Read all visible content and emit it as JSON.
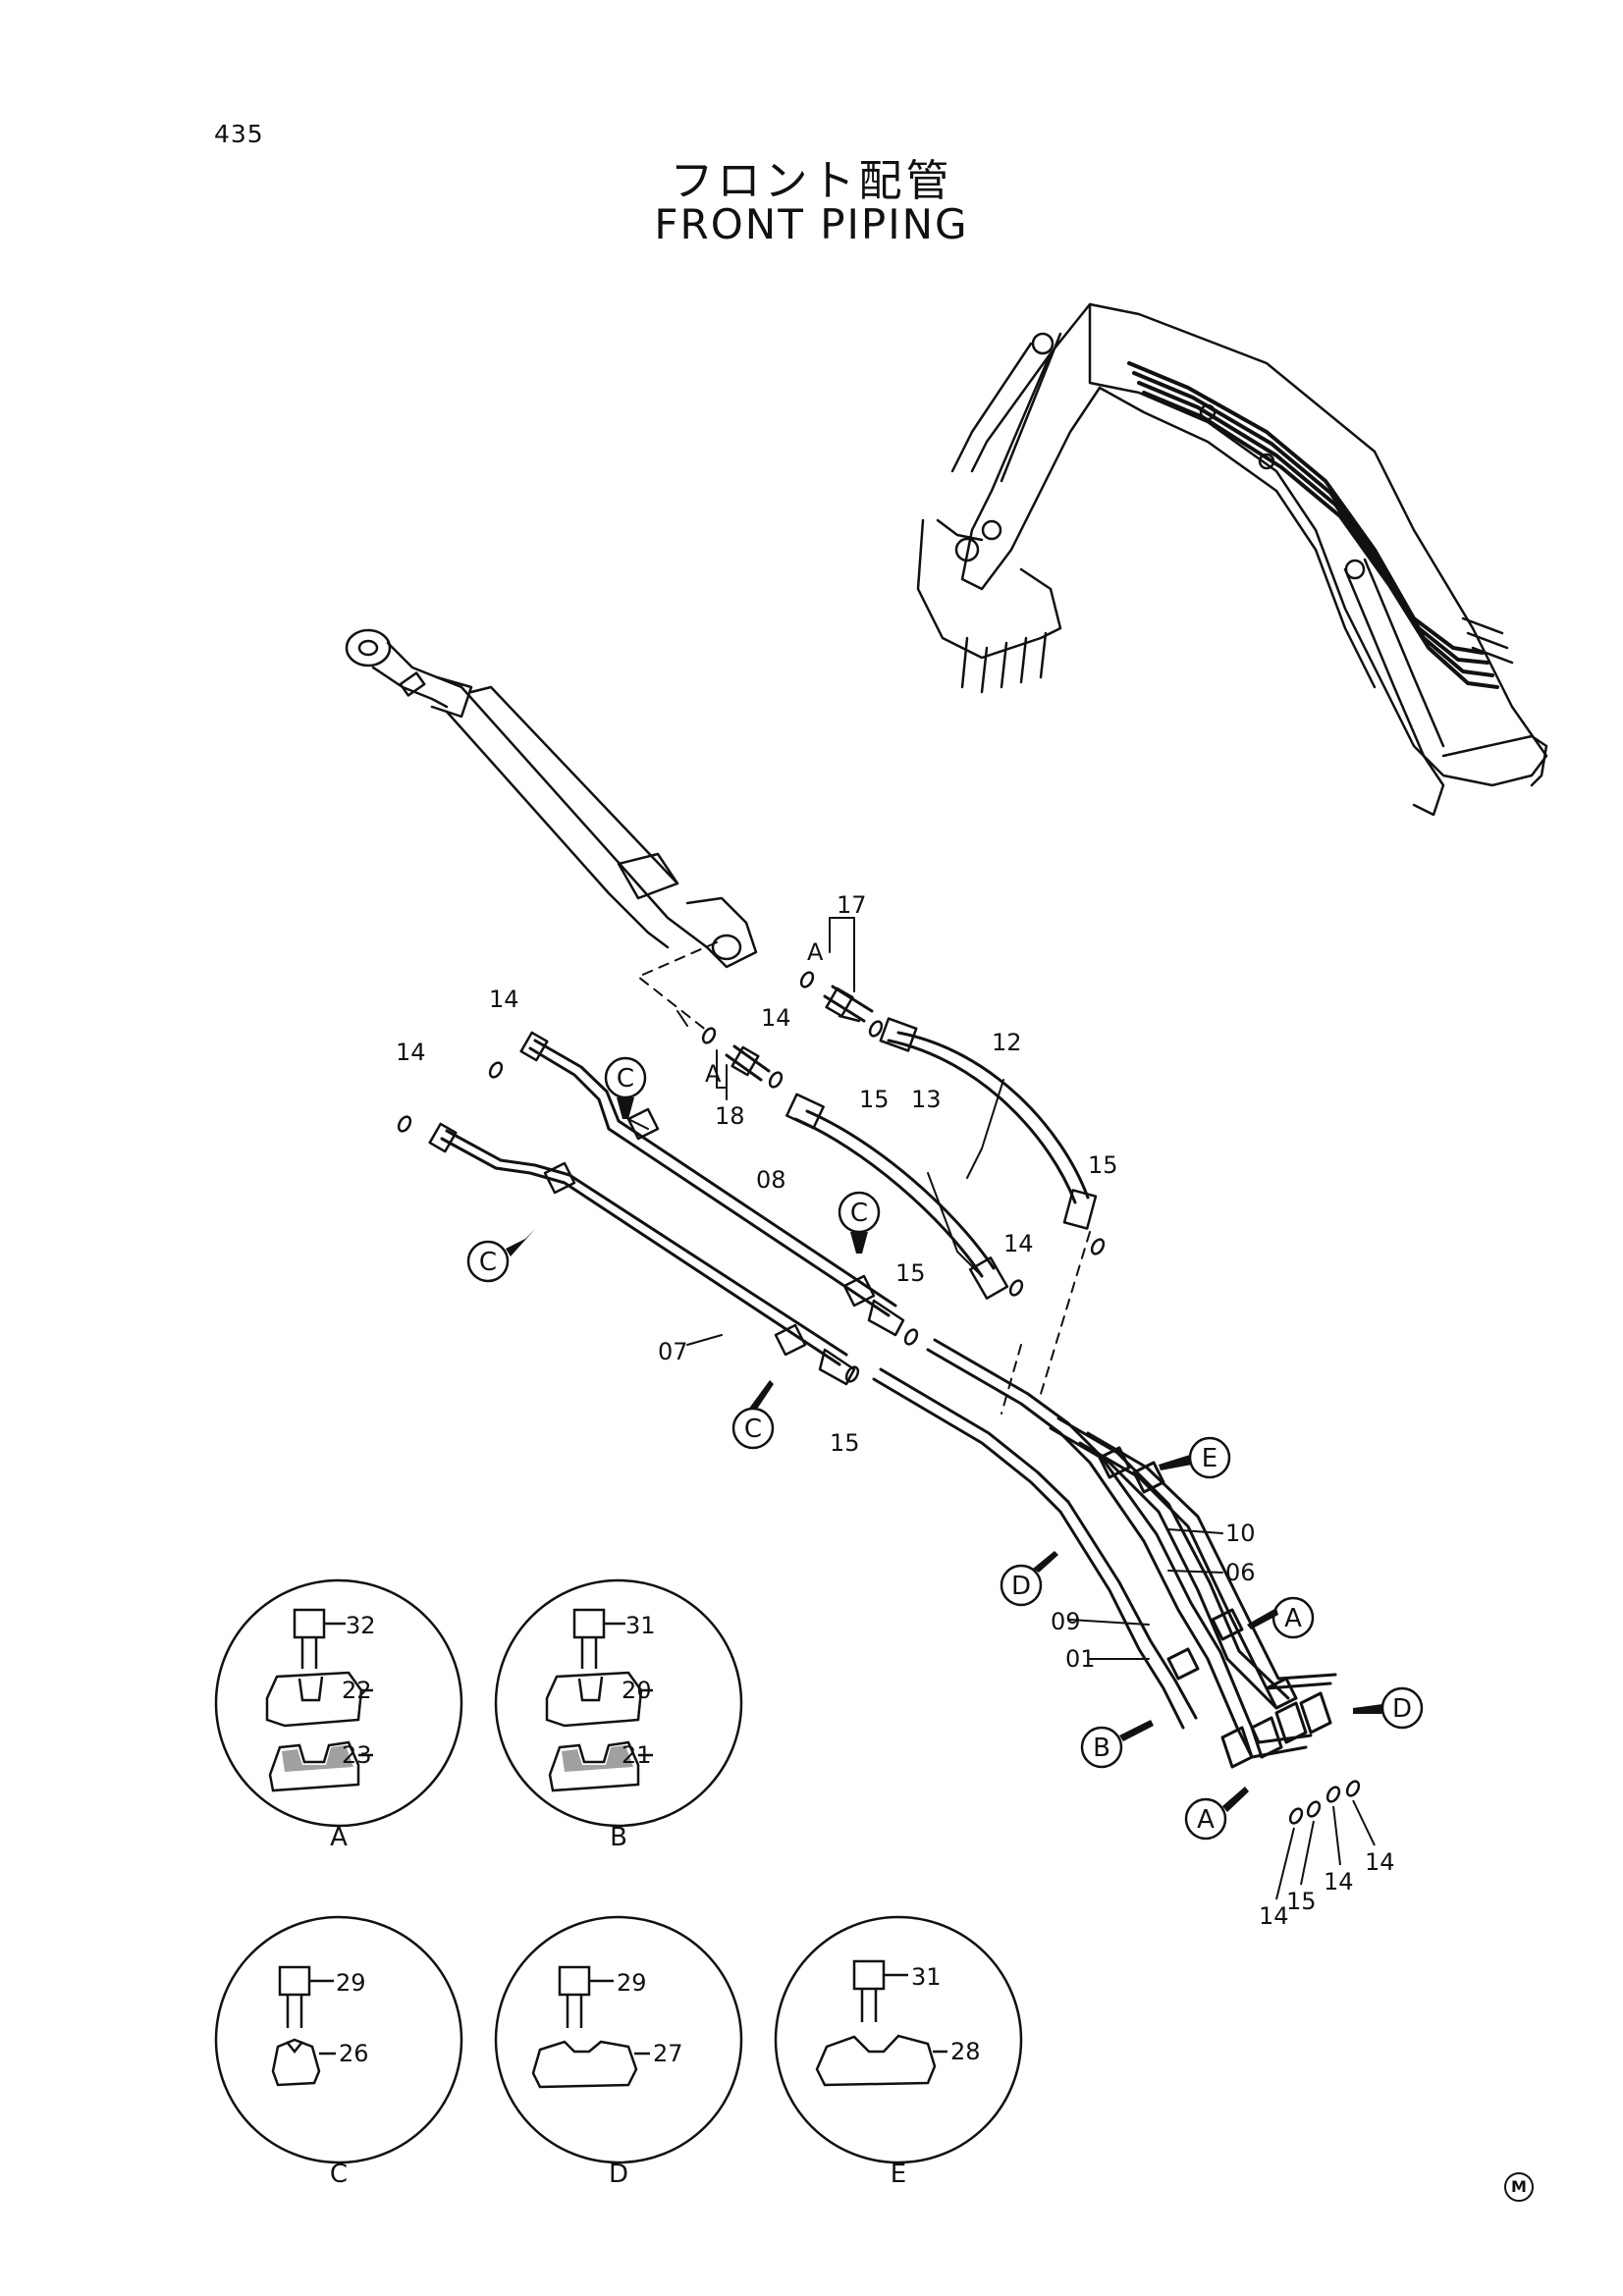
{
  "page": {
    "number": "435",
    "title_jp": "フロント配管",
    "title_en": "FRONT PIPING",
    "footer_mark": "M"
  },
  "callouts": {
    "c1": "C",
    "c2": "C",
    "c3": "C",
    "c4": "C",
    "d1": "D",
    "d2": "D",
    "e1": "E",
    "a1": "A",
    "a2": "A",
    "b1": "B"
  },
  "part_labels": {
    "p17": "17",
    "pA1": "A",
    "pA2": "A",
    "p18": "18",
    "p14a": "14",
    "p14b": "14",
    "p14c": "14",
    "p14d": "14",
    "p15a": "15",
    "p15b": "15",
    "p15c": "15",
    "p15d": "15",
    "p12": "12",
    "p13": "13",
    "p08": "08",
    "p07": "07",
    "p10": "10",
    "p06": "06",
    "p09": "09",
    "p01": "01",
    "p14e": "14",
    "p15e": "15",
    "p14f": "14",
    "p14g": "14"
  },
  "details": [
    {
      "id": "A",
      "bolt": "32",
      "upper": "22",
      "lower": "23"
    },
    {
      "id": "B",
      "bolt": "31",
      "upper": "20",
      "lower": "21"
    },
    {
      "id": "C",
      "bolt": "29",
      "clamp": "26"
    },
    {
      "id": "D",
      "bolt": "29",
      "clamp": "27"
    },
    {
      "id": "E",
      "bolt": "31",
      "clamp": "28"
    }
  ]
}
